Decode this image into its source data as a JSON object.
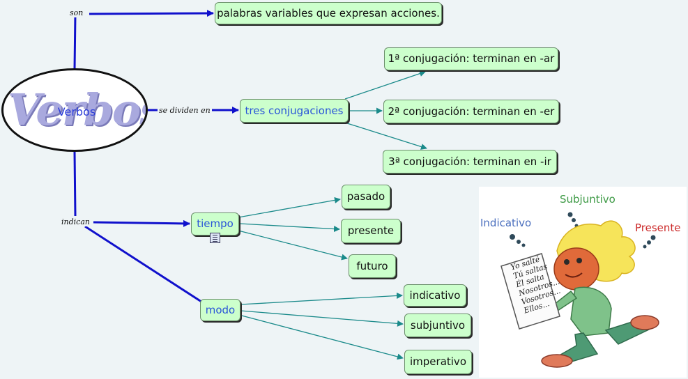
{
  "root": {
    "label": "Verbos",
    "art_text": "Verbos"
  },
  "links": {
    "son": "son",
    "se_dividen_en": "se dividen en",
    "indican": "indican"
  },
  "nodes": {
    "definicion": "palabras variables que expresan acciones.",
    "tres_conjugaciones": "tres conjugaciones",
    "conj1": "1ª conjugación: terminan en -ar",
    "conj2": "2ª conjugación: terminan en -er",
    "conj3": "3ª conjugación: terminan en -ir",
    "tiempo": "tiempo",
    "pasado": "pasado",
    "presente": "presente",
    "futuro": "futuro",
    "modo": "modo",
    "indicativo": "indicativo",
    "subjuntivo": "subjuntivo",
    "imperativo": "imperativo"
  },
  "illustration": {
    "indicativo": "Indicativo",
    "subjuntivo": "Subjuntivo",
    "presente": "Presente",
    "paper_lines": [
      "Yo salté",
      "Tú saltas",
      "Él salta",
      "Nosotros...",
      "Vosotros...",
      "Ellos..."
    ]
  },
  "colors": {
    "node_fill": "#ccffcc",
    "primary_link": "#1010cc",
    "secondary_link": "#1a8a8a",
    "blue_text": "#2a55d8"
  }
}
